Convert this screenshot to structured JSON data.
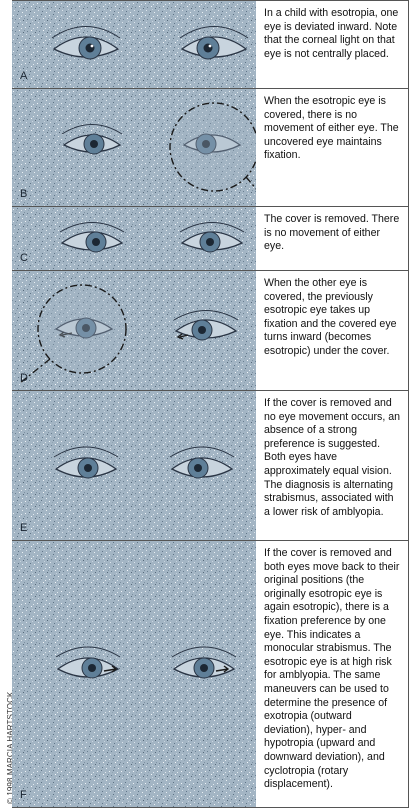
{
  "copyright": "© 1998 MARCIA HARTSTOCK",
  "panels": [
    {
      "label": "A",
      "text": "In a child with esotropia, one eye is deviated inward. Note that the corneal light on that eye is not centrally placed."
    },
    {
      "label": "B",
      "text": "When the esotropic eye is covered, there is no movement of either eye. The uncovered eye maintains fixation."
    },
    {
      "label": "C",
      "text": "The cover is removed. There is no movement of either eye."
    },
    {
      "label": "D",
      "text": "When the other eye is covered, the previously esotropic eye takes up fixation and the covered eye turns inward (becomes esotropic) under the cover."
    },
    {
      "label": "E",
      "text": "If the cover is removed and no eye movement occurs, an absence of a strong preference is suggested. Both eyes have approximately equal vision. The diagnosis is alternating strabismus, associated with a lower risk of amblyopia."
    },
    {
      "label": "F",
      "text": "If the cover is removed and both eyes move back to their original positions (the originally esotropic eye is again esotropic), there is a fixation preference by one eye. This indicates a monocular strabismus. The esotropic eye is at high risk for amblyopia. The same maneuvers can be used to determine the presence of exotropia (outward deviation), hyper- and hypotropia (upward and downward deviation), and cyclotropia (rotary displacement)."
    }
  ],
  "colors": {
    "illustration_background": "#9fb2c2",
    "eye_outline": "#2a3545",
    "iris": "#5f7f98",
    "cover_circle": "#1a1a1a"
  }
}
